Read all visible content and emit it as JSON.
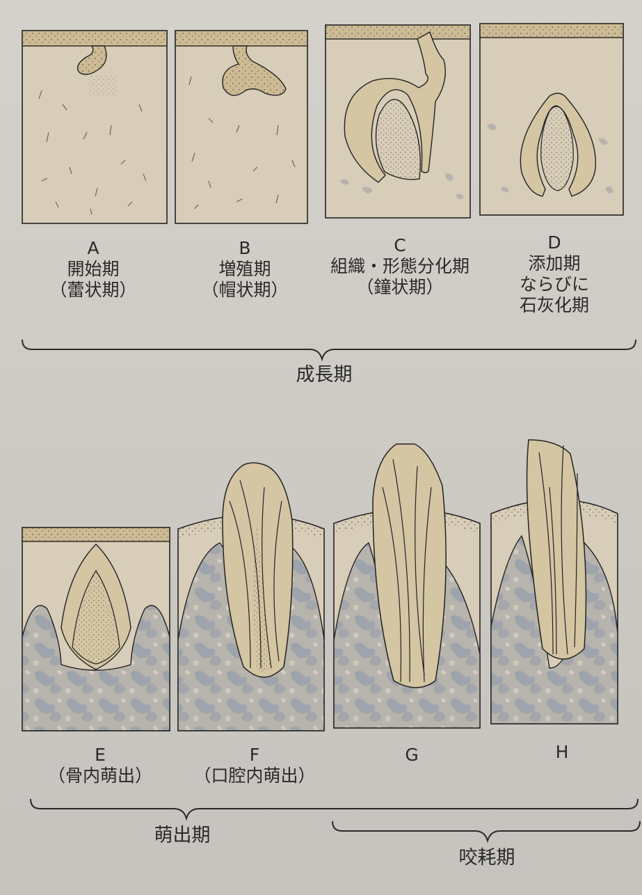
{
  "panels": [
    {
      "letter": "A",
      "lines": [
        "開始期",
        "（蕾状期）"
      ]
    },
    {
      "letter": "B",
      "lines": [
        "増殖期",
        "（帽状期）"
      ]
    },
    {
      "letter": "C",
      "lines": [
        "組織・形態分化期",
        "（鐘状期）"
      ]
    },
    {
      "letter": "D",
      "lines": [
        "添加期",
        "ならびに",
        "石灰化期"
      ]
    },
    {
      "letter": "E",
      "lines": [
        "（骨内萌出）"
      ]
    },
    {
      "letter": "F",
      "lines": [
        "（口腔内萌出）"
      ]
    },
    {
      "letter": "G",
      "lines": []
    },
    {
      "letter": "H",
      "lines": []
    }
  ],
  "groups": {
    "growth": "成長期",
    "eruption": "萌出期",
    "attrition": "咬耗期"
  },
  "colors": {
    "tissue": "#d9cdb6",
    "epithelium": "#cdbb95",
    "bone": "#a9acb1",
    "outline": "#1e1e1e"
  }
}
